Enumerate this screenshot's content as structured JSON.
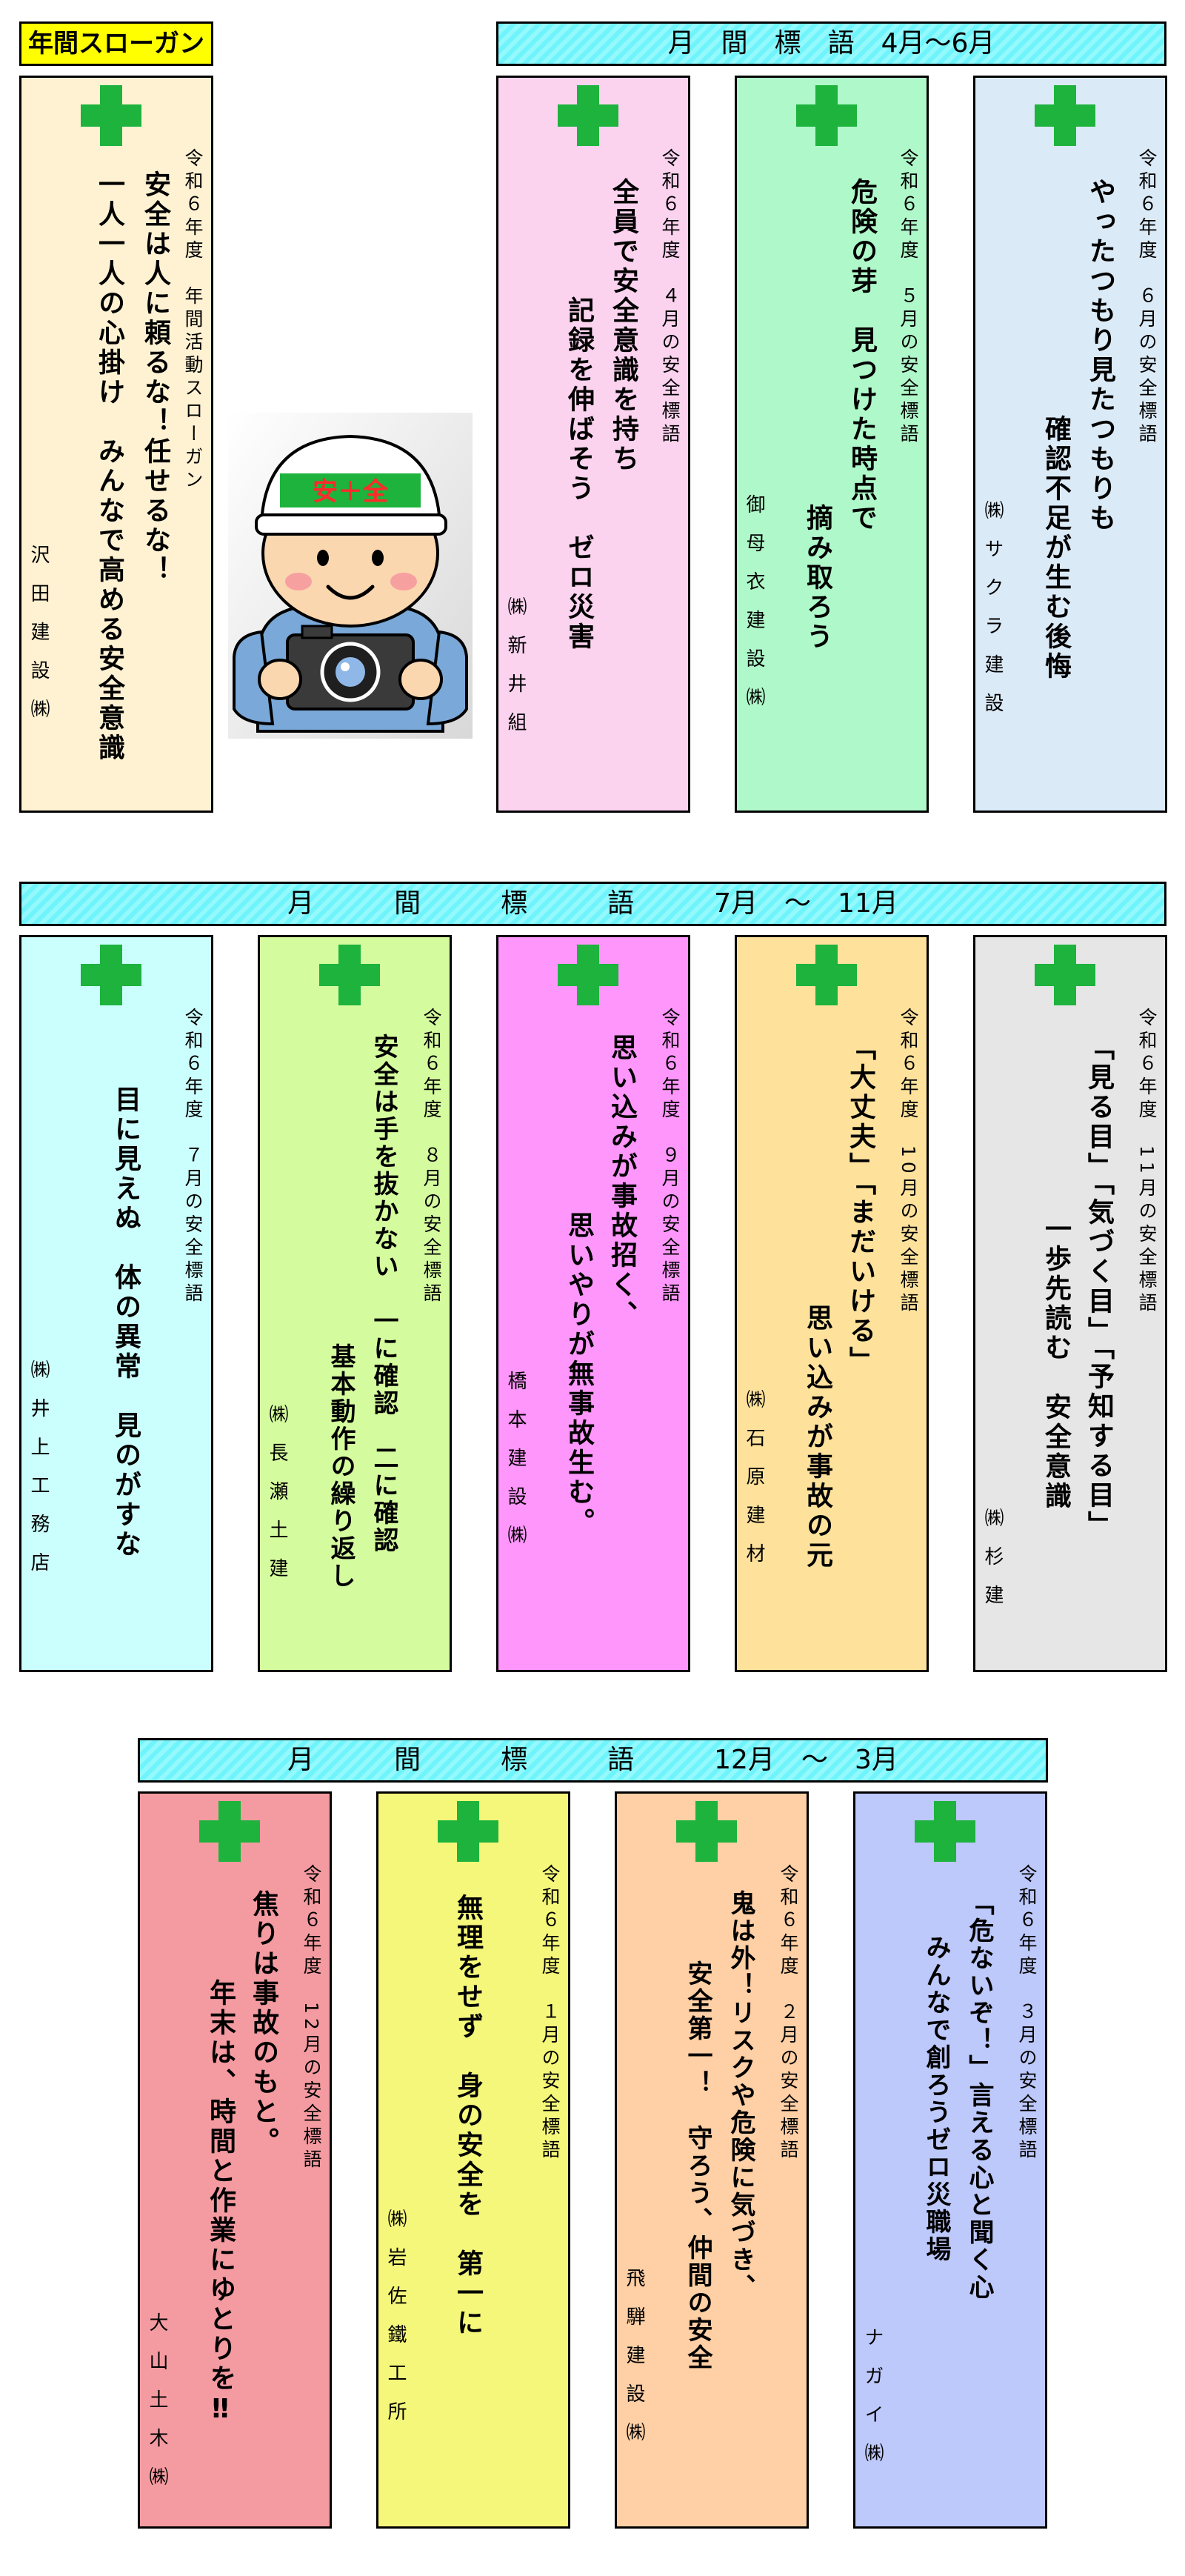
{
  "annual_label": "年間スローガン",
  "headers": {
    "h1": "月　間　標　語　4月～6月",
    "h2": "月　　　間　　　標　　　語　　　7月　～　11月",
    "h3": "月　　　間　　　標　　　語　　　12月　～　3月"
  },
  "colors": {
    "accent_cross": "#1db33d",
    "header_cyan": "#6ff4fb",
    "label_yellow": "#ffff00"
  },
  "mascot": {
    "helmet_text": "安＋全"
  },
  "slogans": {
    "annual": {
      "title": "令和６年度　年間活動スローガン",
      "line1": "安全は人に頼るな！任せるな！",
      "line2": "一人一人の心掛け　みんなで高める安全意識",
      "author": "沢田建設㈱"
    },
    "apr": {
      "title": "令和６年度　４月の安全標語",
      "line1": "全員で安全意識を持ち",
      "line2": "記録を伸ばそう　ゼロ災害",
      "author": "㈱新井組"
    },
    "may": {
      "title": "令和６年度　５月の安全標語",
      "line1": "危険の芽　見つけた時点で",
      "line2": "摘み取ろう",
      "author": "御母衣建設㈱"
    },
    "jun": {
      "title": "令和６年度　６月の安全標語",
      "line1": "やったつもり見たつもりも",
      "line2": "確認不足が生む後悔",
      "author": "㈱サクラ建設"
    },
    "jul": {
      "title": "令和６年度　７月の安全標語",
      "line1": "目に見えぬ　体の異常　見のがすな",
      "author": "㈱井上工務店"
    },
    "aug": {
      "title": "令和６年度　８月の安全標語",
      "line1": "安全は手を抜かない　一に確認　二に確認",
      "line2": "基本動作の繰り返し",
      "author": "㈱長瀬土建"
    },
    "sep": {
      "title": "令和６年度　９月の安全標語",
      "line1": "思い込みが事故招く、",
      "line2": "思いやりが無事故生む。",
      "author": "橋本建設㈱"
    },
    "oct": {
      "title": "令和６年度　10月の安全標語",
      "line1": "「大丈夫」「まだいける」",
      "line2": "思い込みが事故の元",
      "author": "㈱石原建材"
    },
    "nov": {
      "title": "令和６年度　11月の安全標語",
      "line1": "「見る目」「気づく目」「予知する目」",
      "line2": "一歩先読む　安全意識",
      "author": "㈱杉建"
    },
    "dec": {
      "title": "令和６年度　12月の安全標語",
      "line1": "焦りは事故のもと。",
      "line2": "年末は、時間と作業にゆとりを‼",
      "author": "大山土木㈱"
    },
    "jan": {
      "title": "令和６年度　１月の安全標語",
      "line1": "無理をせず　身の安全を　第一に",
      "author": "㈱岩佐鐵工所"
    },
    "feb": {
      "title": "令和６年度　２月の安全標語",
      "line1": "鬼は外！リスクや危険に気づき、",
      "line2": "安全第一！　守ろう、仲間の安全",
      "author": "飛騨建設㈱"
    },
    "mar": {
      "title": "令和６年度　３月の安全標語",
      "line1": "「危ないぞ！」言える心と聞く心",
      "line2": "みんなで創ろうゼロ災職場",
      "author": "ナガイ㈱"
    }
  }
}
